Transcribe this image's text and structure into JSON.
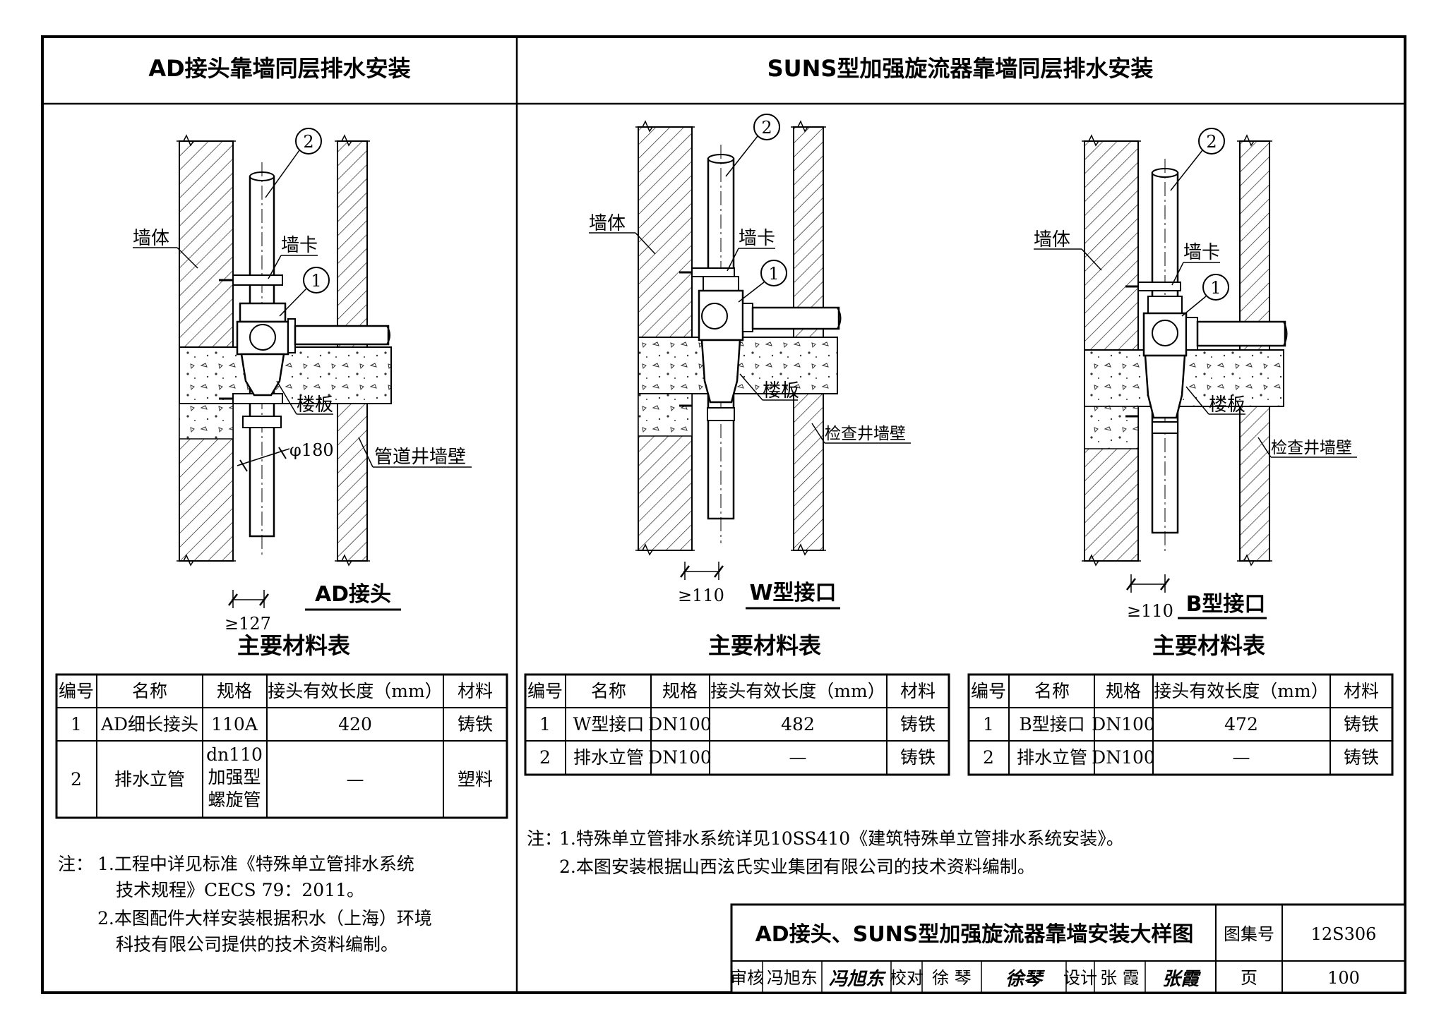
{
  "panels": {
    "left_title": "AD接头靠墙同层排水安装",
    "right_title": "SUNS型加强旋流器靠墙同层排水安装"
  },
  "drawing_left": {
    "label_wall": "墙体",
    "label_clamp": "墙卡",
    "label_floor": "楼板",
    "label_shaft": "管道井墙壁",
    "dim_hole": "φ180",
    "dim_gap": "≥127",
    "caption": "AD接头",
    "callout_1": "1",
    "callout_2": "2"
  },
  "drawing_mid": {
    "label_wall": "墙体",
    "label_clamp": "墙卡",
    "label_floor": "楼板",
    "label_shaft": "检查井墙壁",
    "dim_gap": "≥110",
    "caption": "W型接口",
    "callout_1": "1",
    "callout_2": "2"
  },
  "drawing_right": {
    "label_wall": "墙体",
    "label_clamp": "墙卡",
    "label_floor": "楼板",
    "label_shaft": "检查井墙壁",
    "dim_gap": "≥110",
    "caption": "B型接口",
    "callout_1": "1",
    "callout_2": "2"
  },
  "tables": [
    {
      "title": "主要材料表",
      "headers": [
        "编号",
        "名称",
        "规格",
        "接头有效长度（mm）",
        "材料"
      ],
      "rows": [
        [
          "1",
          "AD细长接头",
          "110A",
          "420",
          "铸铁"
        ],
        [
          "2",
          "排水立管",
          "dn110",
          "—",
          "塑料"
        ]
      ],
      "spec_extra": [
        "加强型",
        "螺旋管"
      ]
    },
    {
      "title": "主要材料表",
      "headers": [
        "编号",
        "名称",
        "规格",
        "接头有效长度（mm）",
        "材料"
      ],
      "rows": [
        [
          "1",
          "W型接口",
          "DN100",
          "482",
          "铸铁"
        ],
        [
          "2",
          "排水立管",
          "DN100",
          "—",
          "铸铁"
        ]
      ]
    },
    {
      "title": "主要材料表",
      "headers": [
        "编号",
        "名称",
        "规格",
        "接头有效长度（mm）",
        "材料"
      ],
      "rows": [
        [
          "1",
          "B型接口",
          "DN100",
          "472",
          "铸铁"
        ],
        [
          "2",
          "排水立管",
          "DN100",
          "—",
          "铸铁"
        ]
      ]
    }
  ],
  "notes_left": {
    "prefix": "注：",
    "line1": "1.工程中详见标准《特殊单立管排水系统",
    "line2": "技术规程》CECS 79：2011。",
    "line3": "2.本图配件大样安装根据积水（上海）环境",
    "line4": "科技有限公司提供的技术资料编制。"
  },
  "notes_right": {
    "prefix": "注：",
    "line1": "1.特殊单立管排水系统详见10SS410《建筑特殊单立管排水系统安装》。",
    "line2": "2.本图安装根据山西泫氏实业集团有限公司的技术资料编制。"
  },
  "title_block": {
    "drawing_title": "AD接头、SUNS型加强旋流器靠墙安装大样图",
    "atlas_label": "图集号",
    "atlas_no": "12S306",
    "review_label": "审核",
    "review_name": "冯旭东",
    "review_sig": "冯旭东",
    "check_label": "校对",
    "check_name": "徐 琴",
    "check_sig": "徐琴",
    "design_label": "设计",
    "design_name": "张 霞",
    "design_sig": "张霞",
    "page_label": "页",
    "page_no": "100"
  }
}
